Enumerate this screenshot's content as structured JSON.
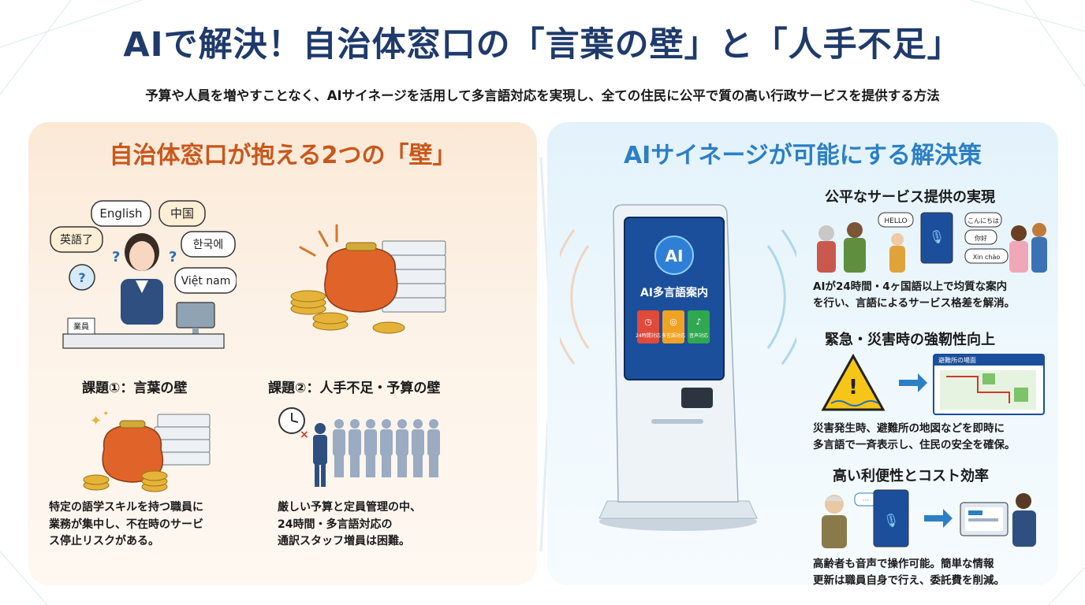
{
  "header": {
    "title": "AIで解決！自治体窓口の「言葉の壁」と「人手不足」",
    "subtitle": "予算や人員を増やすことなく、AIサイネージを活用して多言語対応を実現し、全ての住民に公平で質の高い行政サービスを提供する方法"
  },
  "left": {
    "title": "自治体窓口が抱える2つの「壁」",
    "bubbles": [
      "English",
      "中国",
      "英語了",
      "한국에",
      "Việt nam"
    ],
    "desk_label": "業員",
    "issue1": {
      "caption": "課題①：言葉の壁",
      "text": "特定の語学スキルを持つ職員に\n業務が集中し、不在時のサービ\nス停止リスクがある。"
    },
    "issue2": {
      "caption": "課題②：人手不足・予算の壁",
      "text": "厳しい予算と定員管理の中、\n24時間・多言語対応の\n通訳スタッフ増員は困難。"
    }
  },
  "right": {
    "title": "AIサイネージが可能にする解決策",
    "kiosk": {
      "logo": "AI",
      "screen_title": "AI多言語案内",
      "tiles": [
        "24時間対応",
        "多言語対応",
        "音声対応"
      ]
    },
    "features": [
      {
        "title": "公平なサービス提供の実現",
        "text": "AIが24時間・4ヶ国語以上で均質な案内\nを行い、言語によるサービス格差を解消。",
        "bubbles": [
          "HELLO",
          "こんにちは",
          "你好",
          "Xin chào"
        ]
      },
      {
        "title": "緊急・災害時の強靭性向上",
        "text": "災害発生時、避難所の地図などを即時に\n多言語で一斉表示し、住民の安全を確保。",
        "map_title": "避難所の場面"
      },
      {
        "title": "高い利便性とコスト効率",
        "text": "高齢者も音声で操作可能。簡単な情報\n更新は職員自身で行え、委託費を削減。"
      }
    ]
  },
  "colors": {
    "title_navy": "#1f3a6b",
    "left_accent": "#c9571c",
    "right_accent": "#2c7fc4",
    "kiosk_screen": "#1b4f9c"
  }
}
